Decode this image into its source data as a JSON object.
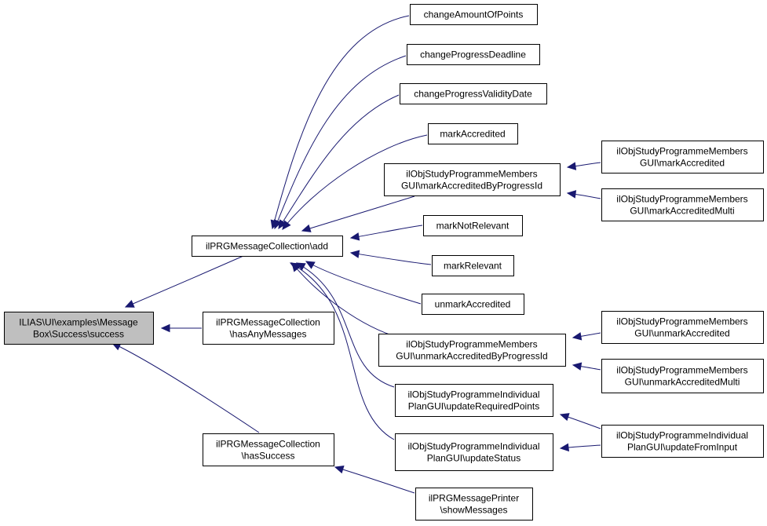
{
  "colors": {
    "edge": "#191970",
    "root_fill": "#bfbfbf",
    "node_fill": "#ffffff",
    "node_border": "#000000"
  },
  "nodes": {
    "root": {
      "lines": [
        "ILIAS\\UI\\examples\\Message",
        "Box\\Success\\success"
      ]
    },
    "add": {
      "lines": [
        "ilPRGMessageCollection\\add"
      ]
    },
    "hasAnyMessages": {
      "lines": [
        "ilPRGMessageCollection",
        "\\hasAnyMessages"
      ]
    },
    "hasSuccess": {
      "lines": [
        "ilPRGMessageCollection",
        "\\hasSuccess"
      ]
    },
    "changeAmountOfPoints": {
      "lines": [
        "changeAmountOfPoints"
      ]
    },
    "changeProgressDeadline": {
      "lines": [
        "changeProgressDeadline"
      ]
    },
    "changeProgressValidityDate": {
      "lines": [
        "changeProgressValidityDate"
      ]
    },
    "markAccredited": {
      "lines": [
        "markAccredited"
      ]
    },
    "markAccreditedByProgressId": {
      "lines": [
        "ilObjStudyProgrammeMembers",
        "GUI\\markAccreditedByProgressId"
      ]
    },
    "markNotRelevant": {
      "lines": [
        "markNotRelevant"
      ]
    },
    "markRelevant": {
      "lines": [
        "markRelevant"
      ]
    },
    "unmarkAccredited": {
      "lines": [
        "unmarkAccredited"
      ]
    },
    "unmarkAccreditedByProgressId": {
      "lines": [
        "ilObjStudyProgrammeMembers",
        "GUI\\unmarkAccreditedByProgressId"
      ]
    },
    "updateRequiredPoints": {
      "lines": [
        "ilObjStudyProgrammeIndividual",
        "PlanGUI\\updateRequiredPoints"
      ]
    },
    "updateStatus": {
      "lines": [
        "ilObjStudyProgrammeIndividual",
        "PlanGUI\\updateStatus"
      ]
    },
    "showMessages": {
      "lines": [
        "ilPRGMessagePrinter",
        "\\showMessages"
      ]
    },
    "guiMarkAccredited": {
      "lines": [
        "ilObjStudyProgrammeMembers",
        "GUI\\markAccredited"
      ]
    },
    "guiMarkAccreditedMulti": {
      "lines": [
        "ilObjStudyProgrammeMembers",
        "GUI\\markAccreditedMulti"
      ]
    },
    "guiUnmarkAccredited": {
      "lines": [
        "ilObjStudyProgrammeMembers",
        "GUI\\unmarkAccredited"
      ]
    },
    "guiUnmarkAccreditedMulti": {
      "lines": [
        "ilObjStudyProgrammeMembers",
        "GUI\\unmarkAccreditedMulti"
      ]
    },
    "updateFromInput": {
      "lines": [
        "ilObjStudyProgrammeIndividual",
        "PlanGUI\\updateFromInput"
      ]
    }
  },
  "edges": [
    {
      "from": "add",
      "to": "root"
    },
    {
      "from": "hasAnyMessages",
      "to": "root"
    },
    {
      "from": "hasSuccess",
      "to": "root"
    },
    {
      "from": "changeAmountOfPoints",
      "to": "add"
    },
    {
      "from": "changeProgressDeadline",
      "to": "add"
    },
    {
      "from": "changeProgressValidityDate",
      "to": "add"
    },
    {
      "from": "markAccredited",
      "to": "add"
    },
    {
      "from": "markAccreditedByProgressId",
      "to": "add"
    },
    {
      "from": "markNotRelevant",
      "to": "add"
    },
    {
      "from": "markRelevant",
      "to": "add"
    },
    {
      "from": "unmarkAccredited",
      "to": "add"
    },
    {
      "from": "unmarkAccreditedByProgressId",
      "to": "add"
    },
    {
      "from": "updateRequiredPoints",
      "to": "add"
    },
    {
      "from": "updateStatus",
      "to": "add"
    },
    {
      "from": "showMessages",
      "to": "hasSuccess"
    },
    {
      "from": "guiMarkAccredited",
      "to": "markAccreditedByProgressId"
    },
    {
      "from": "guiMarkAccreditedMulti",
      "to": "markAccreditedByProgressId"
    },
    {
      "from": "guiUnmarkAccredited",
      "to": "unmarkAccreditedByProgressId"
    },
    {
      "from": "guiUnmarkAccreditedMulti",
      "to": "unmarkAccreditedByProgressId"
    },
    {
      "from": "updateFromInput",
      "to": "updateRequiredPoints"
    },
    {
      "from": "updateFromInput",
      "to": "updateStatus"
    }
  ]
}
